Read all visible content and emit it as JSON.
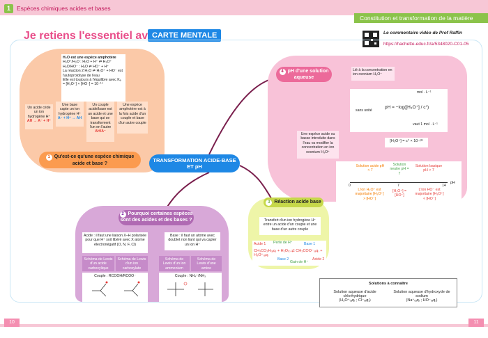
{
  "header": {
    "chapter_number": "1",
    "chapter_title": "Espèces chimiques acides et bases",
    "section": "Constitution et transformation de la matière"
  },
  "title": {
    "main": "Je retiens l'essentiel avec la",
    "badge": "CARTE MENTALE"
  },
  "video": {
    "label": "Le commentaire vidéo de Prof Raffin",
    "link": "https://hachette-educ.fr/a/5348020-C01-05"
  },
  "center": {
    "label": "TRANSFORMATION ACIDE-BASE ET pH"
  },
  "node1": {
    "number": "1",
    "label": "Qu'est-ce qu'une espèce chimique acide et base ?",
    "water_title": "H₂O est une espèce amphotère",
    "water_lines": [
      "H₃O⁺/H₂O : H₂O + H⁺ ⇄ H₃O⁺",
      "H₂O/HO⁻ : H₂O ⇄ HO⁻ + H⁺",
      "La réaction 2 H₂O ⇄ H₃O⁺ + HO⁻ est l'autoprotolyse de l'eau",
      "Elle est toujours à l'équilibre avec Kₑ = [H₃O⁺] × [HO⁻] = 10⁻¹⁴"
    ],
    "acid_box": "Un acide cède un ion hydrogène H⁺",
    "acid_eq": "AH → A⁻ + H⁺",
    "base_box": "Une base capte un ion hydrogène H⁺",
    "base_eq": "A⁻ + H⁺ → AH",
    "couple_box": "Un couple acide/base est un acide et une base qui se transforment l'un en l'autre",
    "couple_eq": "AH/A⁻",
    "amph_box": "Une espèce amphotère est à la fois acide d'un couple et base d'un autre couple"
  },
  "node2": {
    "number": "2",
    "label": "Pourquoi certaines espèces sont des acides et des bases ?",
    "acid_text": "Acide : il faut une liaison X–H polarisée pour que H⁺ soit libéré avec X atome électronégatif (O, N, F, Cl)",
    "base_text": "Base : il faut un atome avec doublet non liant qui va capter un ion H⁺",
    "schema1": "Schéma de Lewis d'un acide carboxylique",
    "schema2": "Schéma de Lewis d'un ion carboxylate",
    "schema3": "Schéma de Lewis d'un ion ammonium",
    "schema4": "Schéma de Lewis d'une amine",
    "couple1": "Couple : RCOOH/RCOO⁻",
    "couple2": "Couple : NH₄⁺/NH₃"
  },
  "node3": {
    "number": "3",
    "label": "Réaction acide base",
    "text": "Transfert d'un ion hydrogène H⁺ entre un acide d'un couple et une base d'un autre couple",
    "acid1": "Acide 1",
    "base1": "Base 1",
    "acid2": "Acide 2",
    "base2": "Base 2",
    "loss": "Perte de H⁺",
    "gain": "Gain de H⁺",
    "equation": "CH₃CO₂H₍ₐq₎ + H₂O₍ₗ₎ ⇄ CH₃COO⁻₍ₐq₎ + H₃O⁺₍ₐq₎"
  },
  "node4": {
    "number": "4",
    "label": "pH d'une solution aqueuse",
    "conc": "Lié à la concentration en ion oxonium H₃O⁺",
    "unit1": "mol · L⁻¹",
    "unitless": "sans unité",
    "formula": "pH = −log([H₃O⁺] / c°)",
    "cstd": "vaut 1 mol · L⁻¹",
    "inverse": "[H₃O⁺] = c° × 10⁻ᵖᴴ",
    "strong": "Une espèce acide ou basse introduite dans l'eau va modifier la concentration en ion oxonium H₃O⁺",
    "acidic": "Solution acide pH < 7",
    "neutral": "Solution neutre pH = 7",
    "basic": "Solution basique pH > 7",
    "ax0": "0",
    "ax7": "7",
    "ax14": "14",
    "axlabel": "pH",
    "r1": "L'ion H₃O⁺ est majoritaire [H₃O⁺] > [HO⁻]",
    "r2": "[H₃O⁺] = [HO⁻]",
    "r3": "L'ion HO⁻ est majoritaire [H₃O⁺] < [HO⁻]"
  },
  "solutions": {
    "title": "Solutions à connaître",
    "s1": "Solution aqueuse d'acide chlorhydrique",
    "s1f": "(H₃O⁺₍ₐq₎ ; Cl⁻₍ₐq₎)",
    "s2": "Solution aqueuse d'hydroxyde de sodium",
    "s2f": "(Na⁺₍ₐq₎ ; HO⁻₍ₐq₎)"
  },
  "pages": {
    "left": "10",
    "right": "11"
  }
}
